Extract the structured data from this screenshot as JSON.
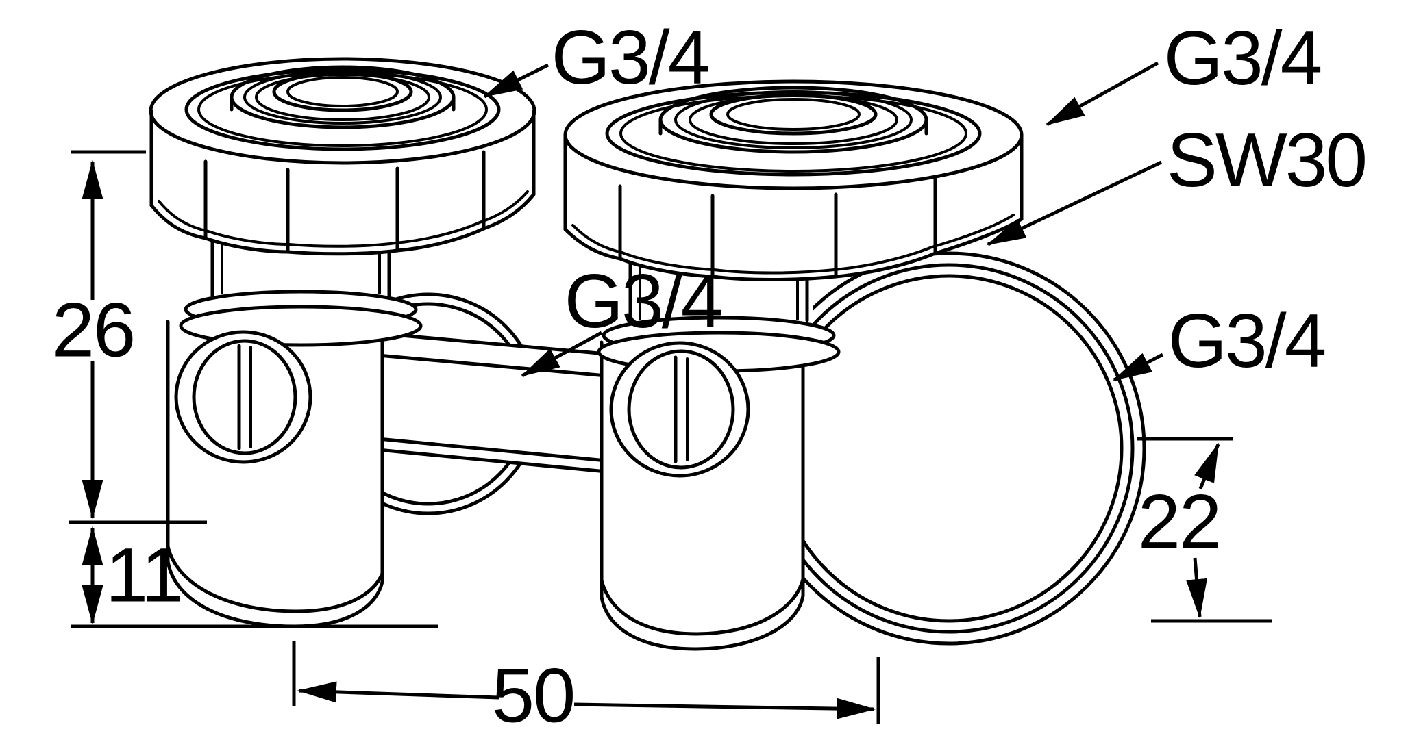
{
  "drawing": {
    "background_color": "#ffffff",
    "line_color": "#000000",
    "labels": {
      "thread_top_left": "G3/4",
      "thread_top_right": "G3/4",
      "wrench_size": "SW30",
      "thread_mid_left": "G3/4",
      "thread_mid_right": "G3/4"
    },
    "dimensions": {
      "nut_height": "26",
      "lower_offset": "11",
      "center_distance": "50",
      "flange_depth": "22"
    }
  }
}
